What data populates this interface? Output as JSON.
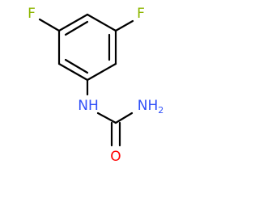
{
  "molecule": {
    "atoms": {
      "fluorine_left": {
        "label": "F"
      },
      "fluorine_right": {
        "label": "F"
      },
      "nitrogen_nh": {
        "label": "NH"
      },
      "nitrogen_nh2": {
        "label": "NH",
        "subscript": "2"
      },
      "oxygen": {
        "label": "O"
      }
    },
    "colors": {
      "fluorine": "#8DB600",
      "nitrogen": "#3050F8",
      "oxygen": "#FF0000",
      "bond": "#000000"
    }
  }
}
